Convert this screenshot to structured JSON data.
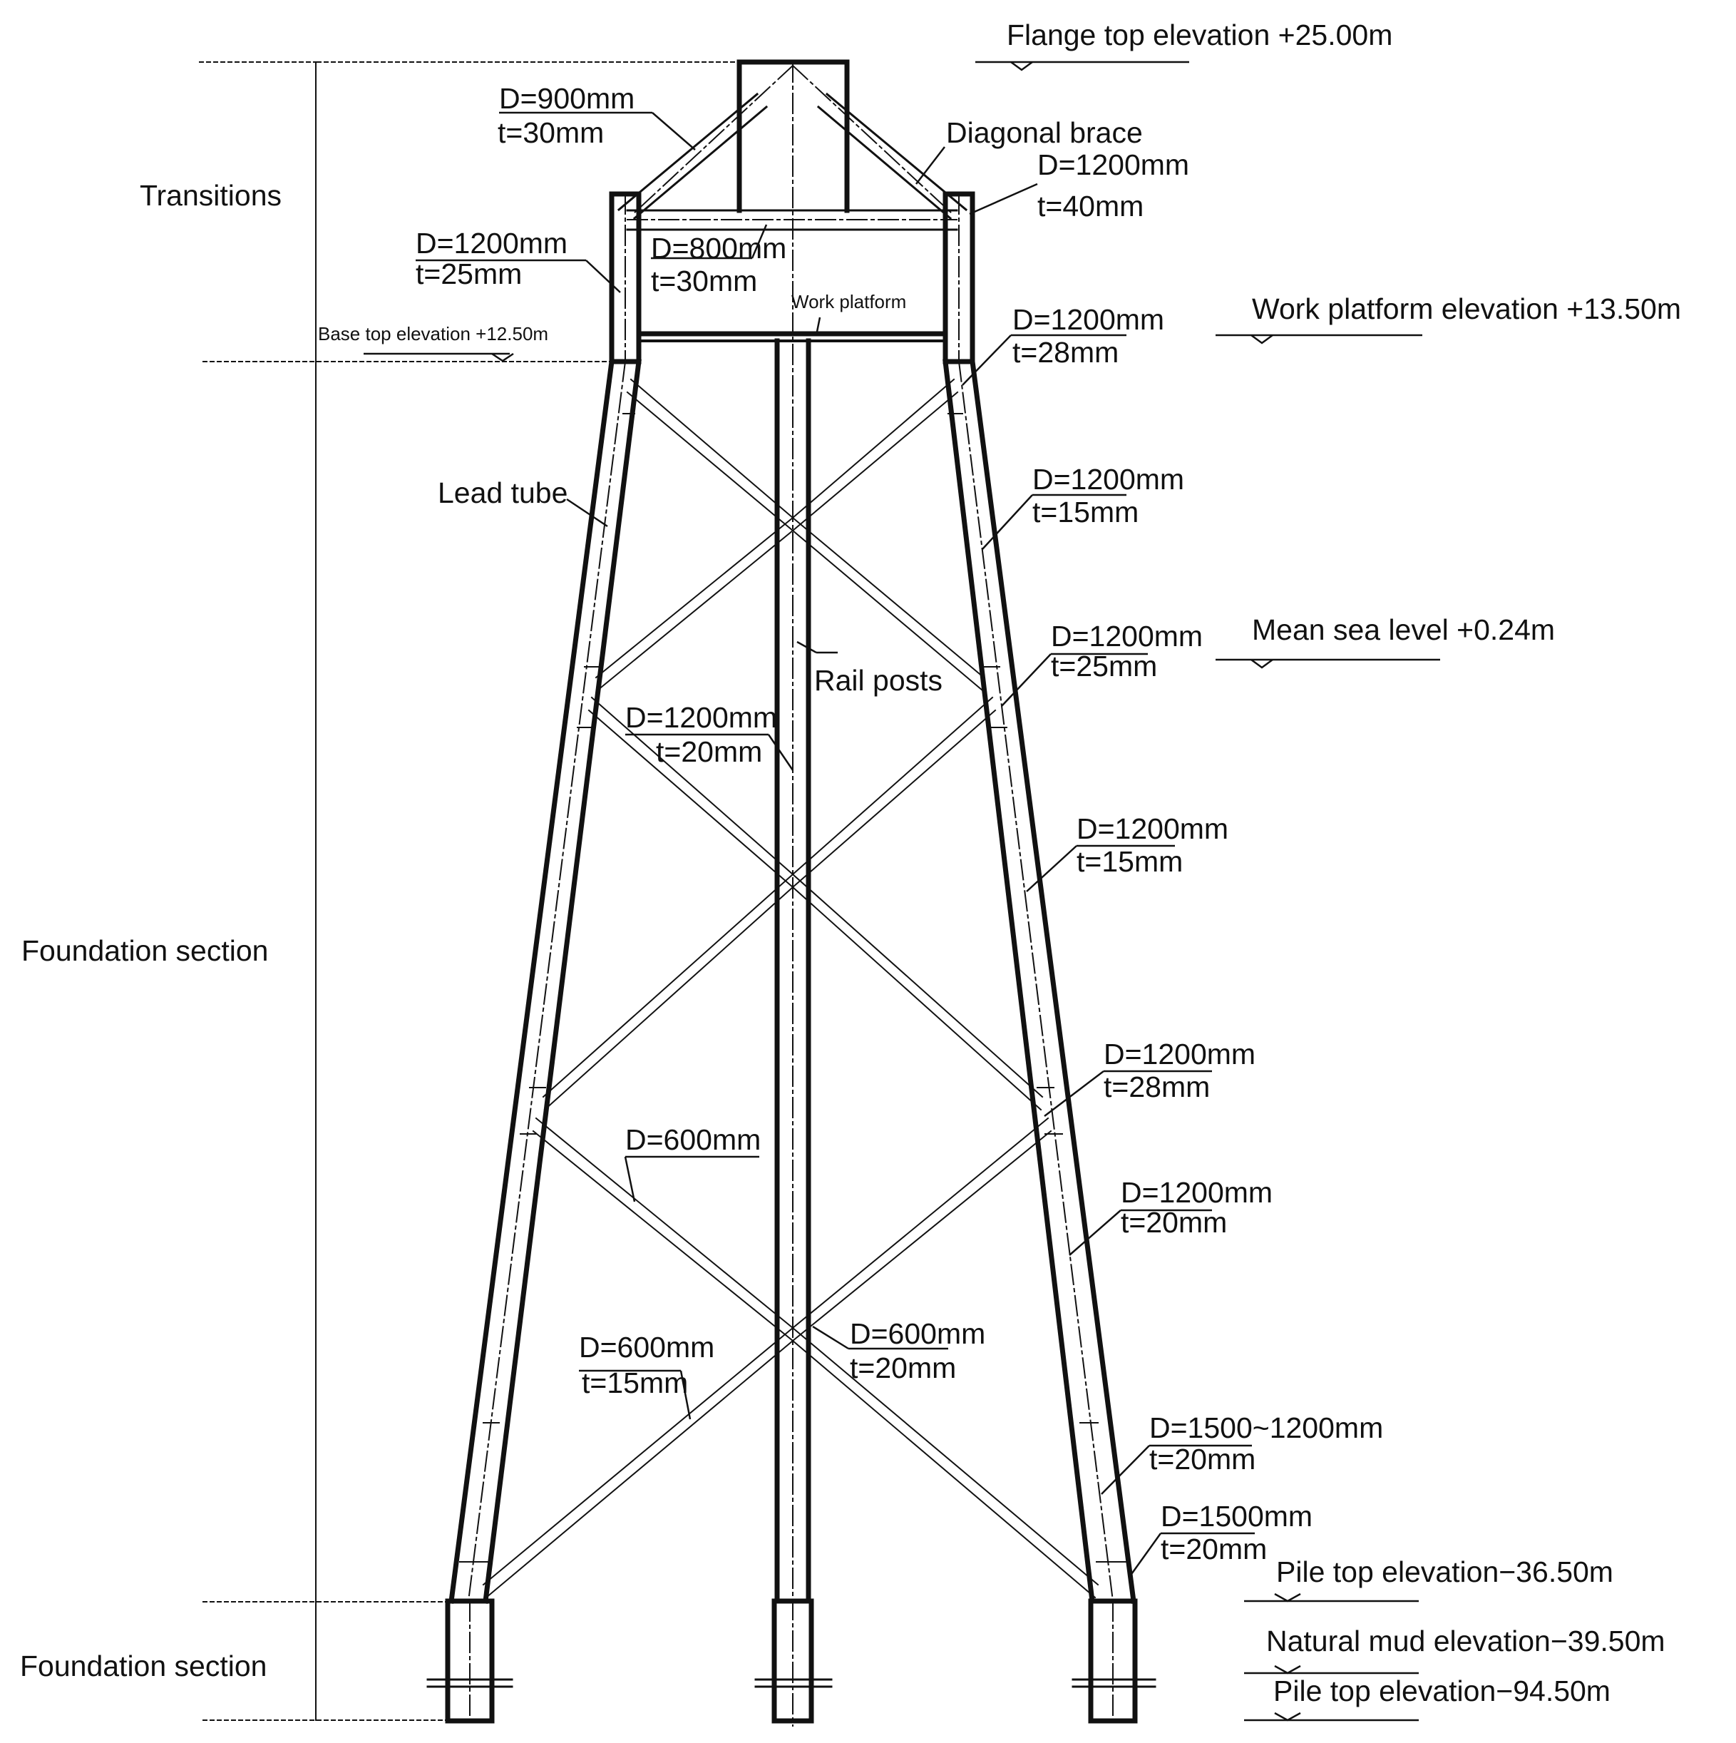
{
  "labels": {
    "flange_top": "Flange top elevation +25.00m",
    "work_platform_elev": "Work platform elevation +13.50m",
    "mean_sea_level": "Mean sea level +0.24m",
    "pile_top_1": "Pile top elevation−36.50m",
    "natural_mud": "Natural mud elevation−39.50m",
    "pile_top_2": "Pile top elevation−94.50m",
    "base_top": "Base top elevation +12.50m",
    "diagonal_brace": "Diagonal brace",
    "work_platform": "Work platform",
    "lead_tube": "Lead tube",
    "rail_posts": "Rail posts"
  },
  "sections": {
    "transitions": "Transitions",
    "foundation_upper": "Foundation section",
    "foundation_lower": "Foundation section"
  },
  "dimensions": {
    "d900": {
      "d": "D=900mm",
      "t": "t=30mm"
    },
    "d1200_t40": {
      "d": "D=1200mm",
      "t": "t=40mm"
    },
    "d1200_t25_left": {
      "d": "D=1200mm",
      "t": "t=25mm"
    },
    "d800": {
      "d": "D=800mm",
      "t": "t=30mm"
    },
    "d1200_t28_top": {
      "d": "D=1200mm",
      "t": "t=28mm"
    },
    "d1200_t15_upper": {
      "d": "D=1200mm",
      "t": "t=15mm"
    },
    "d1200_t25_right": {
      "d": "D=1200mm",
      "t": "t=25mm"
    },
    "d1200_t20_mid": {
      "d": "D=1200mm",
      "t": "t=20mm"
    },
    "d1200_t15_lower": {
      "d": "D=1200mm",
      "t": "t=15mm"
    },
    "d1200_t28_lower": {
      "d": "D=1200mm",
      "t": "t=28mm"
    },
    "d600": {
      "d": "D=600mm"
    },
    "d1200_t20_lower": {
      "d": "D=1200mm",
      "t": "t=20mm"
    },
    "d600_t15": {
      "d": "D=600mm",
      "t": "t=15mm"
    },
    "d600_t20": {
      "d": "D=600mm",
      "t": "t=20mm"
    },
    "d1500_1200": {
      "d": "D=1500~1200mm",
      "t": "t=20mm"
    },
    "d1500": {
      "d": "D=1500mm",
      "t": "t=20mm"
    }
  }
}
